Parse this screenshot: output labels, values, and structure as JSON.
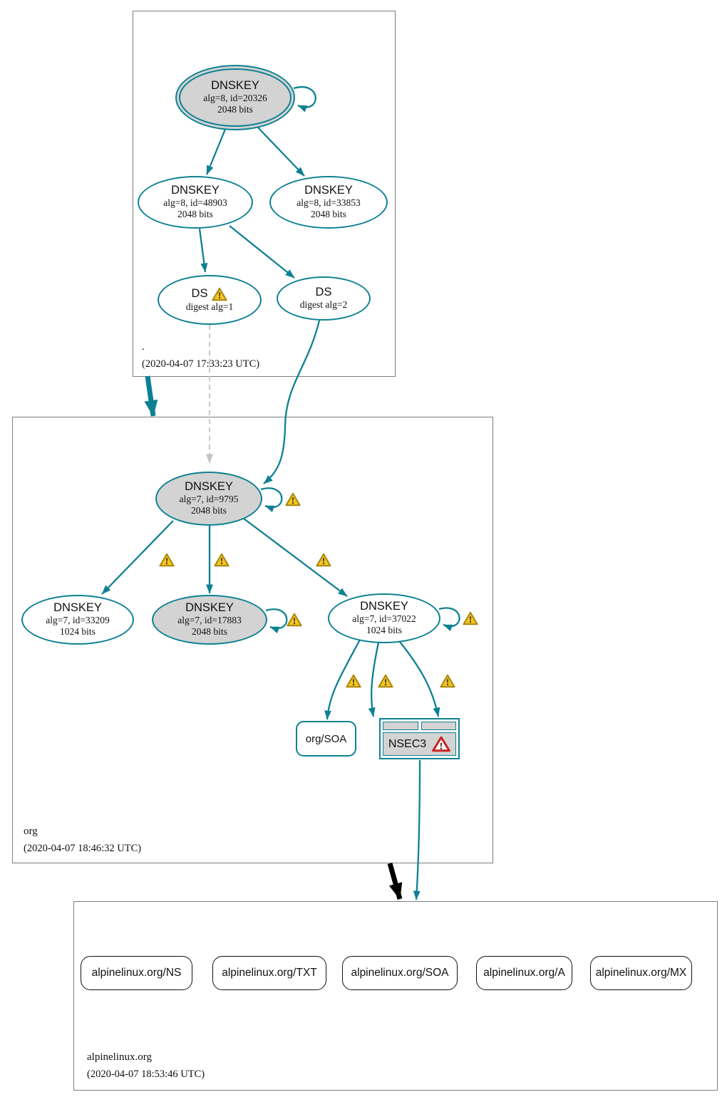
{
  "colors": {
    "teal": "#0d8193",
    "warning": "#f2c522",
    "warning_border": "#a8860b",
    "error": "#cc2222",
    "node_gray": "#d3d3d3",
    "box_border": "#7d7d7d",
    "dashed_gray": "#c9c9c9",
    "black": "#000000"
  },
  "zones": [
    {
      "name": ".",
      "timestamp": "(2020-04-07 17:33:23 UTC)"
    },
    {
      "name": "org",
      "timestamp": "(2020-04-07 18:46:32 UTC)"
    },
    {
      "name": "alpinelinux.org",
      "timestamp": "(2020-04-07 18:53:46 UTC)"
    }
  ],
  "root_zone": {
    "ksk": {
      "title": "DNSKEY",
      "alg": "alg=8, id=20326",
      "bits": "2048 bits"
    },
    "zsk1": {
      "title": "DNSKEY",
      "alg": "alg=8, id=48903",
      "bits": "2048 bits"
    },
    "zsk2": {
      "title": "DNSKEY",
      "alg": "alg=8, id=33853",
      "bits": "2048 bits"
    },
    "ds1": {
      "title": "DS",
      "digest": "digest alg=1"
    },
    "ds2": {
      "title": "DS",
      "digest": "digest alg=2"
    }
  },
  "org_zone": {
    "ksk": {
      "title": "DNSKEY",
      "alg": "alg=7, id=9795",
      "bits": "2048 bits"
    },
    "key1": {
      "title": "DNSKEY",
      "alg": "alg=7, id=33209",
      "bits": "1024 bits"
    },
    "key2": {
      "title": "DNSKEY",
      "alg": "alg=7, id=17883",
      "bits": "2048 bits"
    },
    "key3": {
      "title": "DNSKEY",
      "alg": "alg=7, id=37022",
      "bits": "1024 bits"
    },
    "soa_label": "org/SOA",
    "nsec3_label": "NSEC3"
  },
  "alpine_zone": {
    "rrsets": [
      {
        "label": "alpinelinux.org/NS"
      },
      {
        "label": "alpinelinux.org/TXT"
      },
      {
        "label": "alpinelinux.org/SOA"
      },
      {
        "label": "alpinelinux.org/A"
      },
      {
        "label": "alpinelinux.org/MX"
      }
    ]
  }
}
